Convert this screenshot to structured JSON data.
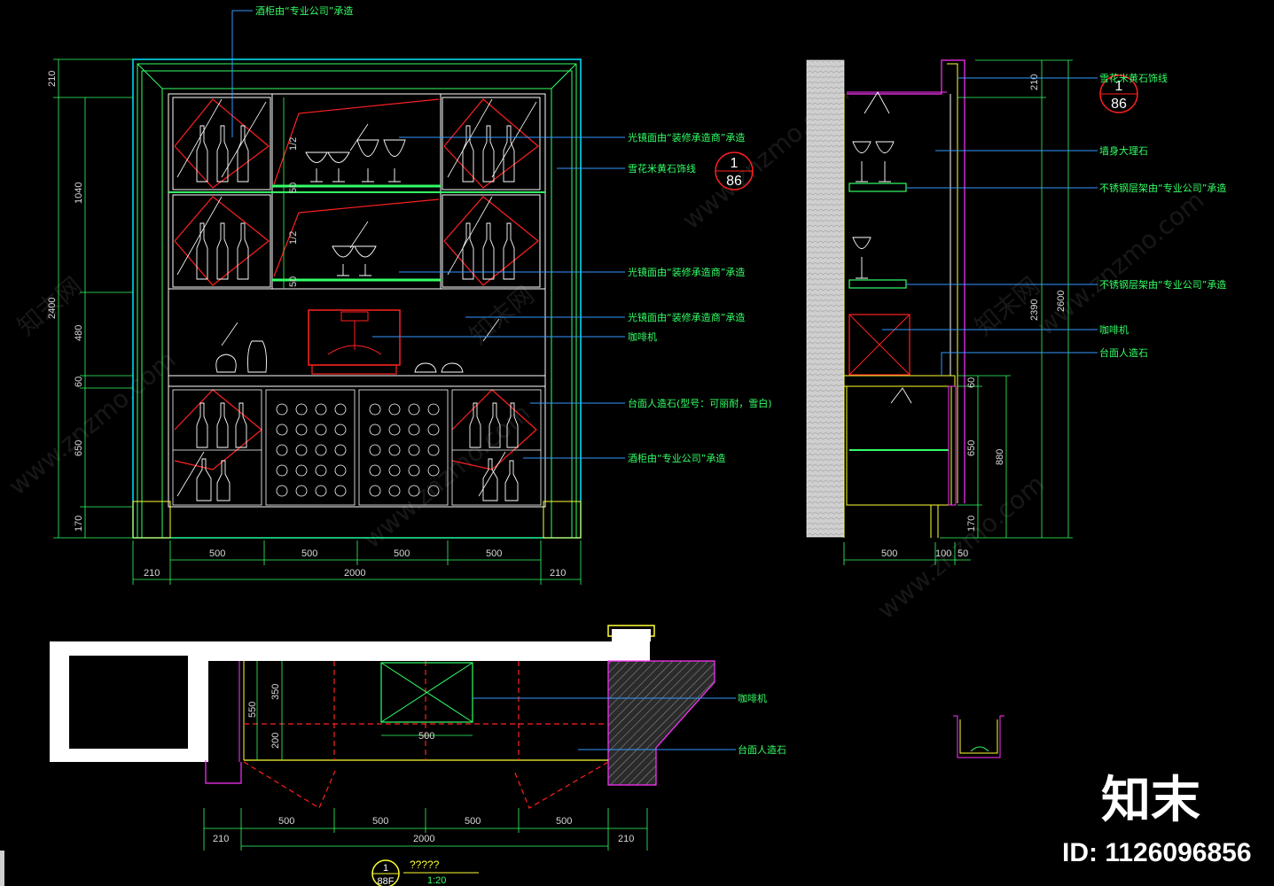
{
  "colors": {
    "background": "#000000",
    "frame_cyan": "#00e5ff",
    "green": "#33ff66",
    "yellow": "#ffff33",
    "red": "#ff2020",
    "magenta": "#ff33ff",
    "white": "#ffffff",
    "leader_blue": "#3399ff",
    "dimension": "#d8d8d8"
  },
  "front_elevation": {
    "top_dims": [
      "500",
      "500",
      "500",
      "500"
    ],
    "bottom_dims": [
      "210",
      "2000",
      "210"
    ],
    "left_dims": [
      "210",
      "1040",
      "2400",
      "480",
      "60",
      "650",
      "170"
    ],
    "inner_dims": [
      "1/2",
      "50",
      "1/2",
      "50"
    ],
    "callout": {
      "num": "1",
      "sheet": "86"
    },
    "notes": [
      "酒柜由“专业公司”承造",
      "光镜面由“装修承造商”承造",
      "雪花米黄石饰线",
      "光镜面由“装修承造商”承造",
      "光镜面由“装修承造商”承造",
      "咖啡机",
      "台面人造石(型号：可丽耐，雪白)",
      "酒柜由“专业公司”承造"
    ]
  },
  "side_section": {
    "right_dims": [
      "210",
      "2390",
      "2600"
    ],
    "inner_dims": [
      "60",
      "650",
      "880",
      "170"
    ],
    "bottom_dims": [
      "500",
      "100",
      "50"
    ],
    "callout": {
      "num": "1",
      "sheet": "86"
    },
    "notes": [
      "雪花米黄石饰线",
      "墙身大理石",
      "不锈钢层架由“专业公司”承造",
      "不锈钢层架由“专业公司”承造",
      "咖啡机",
      "台面人造石"
    ]
  },
  "plan_view": {
    "left_dims": [
      "550",
      "350",
      "200"
    ],
    "machine_dim": "500",
    "top_dims": [
      "500",
      "500",
      "500",
      "500"
    ],
    "bottom_dims": [
      "210",
      "2000",
      "210"
    ],
    "notes": [
      "咖啡机",
      "台面人造石"
    ],
    "title": {
      "num": "1",
      "sheet": "88F",
      "name": "?????",
      "scale": "1:20"
    }
  },
  "watermark": {
    "logo": "知末",
    "id": "ID: 1126096856",
    "repeat_text": "www.znzmo.com",
    "repeat_brand": "知末网"
  }
}
